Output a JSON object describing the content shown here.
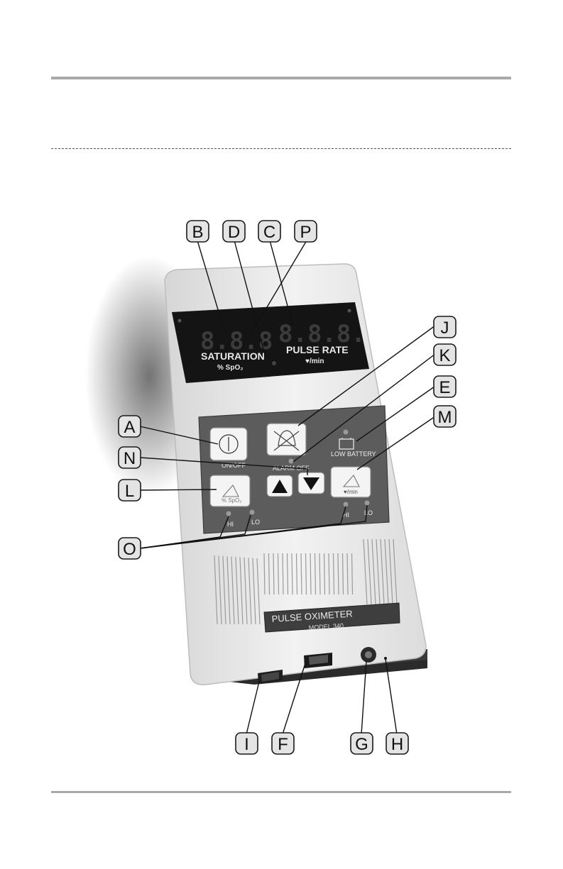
{
  "device": {
    "display": {
      "saturation_label": "SATURATION",
      "saturation_unit": "% SpO₂",
      "pulse_label": "PULSE RATE",
      "pulse_unit": "♥/min",
      "digits": "8.8.8",
      "digits_right": "8.8.8."
    },
    "panel": {
      "on_off_label": "ON/OFF",
      "alarm_off_label": "ALARM OFF",
      "low_battery_label": "LOW BATTERY",
      "spo2_button_label": "% SpO₂",
      "pulse_button_label": "♥/min",
      "hi_label": "HI",
      "lo_label": "LO",
      "hi_label_right": "HI",
      "lo_label_right": "LO"
    },
    "nameplate": {
      "title": "PULSE OXIMETER",
      "model": "MODEL 340"
    }
  },
  "callouts": {
    "B": "B",
    "D": "D",
    "C": "C",
    "P": "P",
    "J": "J",
    "K": "K",
    "E": "E",
    "M": "M",
    "A": "A",
    "N": "N",
    "L": "L",
    "O": "O",
    "I": "I",
    "F": "F",
    "G": "G",
    "H": "H"
  },
  "colors": {
    "housing": "#ececec",
    "display_window": "#141414",
    "control_panel": "#5a5a5a",
    "button_face": "#f4f4f4"
  }
}
